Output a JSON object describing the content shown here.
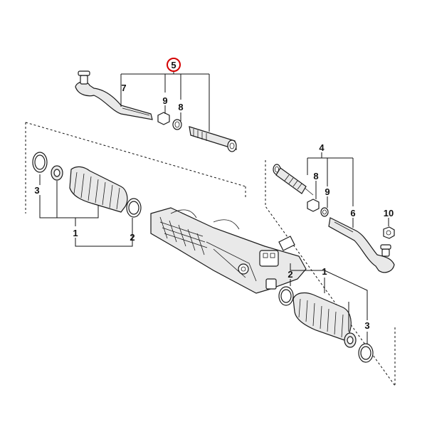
{
  "diagram": {
    "highlight_color": "#d40000",
    "callouts": {
      "c5": "5",
      "c7": "7",
      "c9_left": "9",
      "c8_left": "8",
      "c1_left": "1",
      "c2_left": "2",
      "c3_left": "3",
      "c4": "4",
      "c8_right": "8",
      "c9_right": "9",
      "c6": "6",
      "c10": "10",
      "c1_right": "1",
      "c2_right": "2",
      "c3_right": "3"
    }
  }
}
